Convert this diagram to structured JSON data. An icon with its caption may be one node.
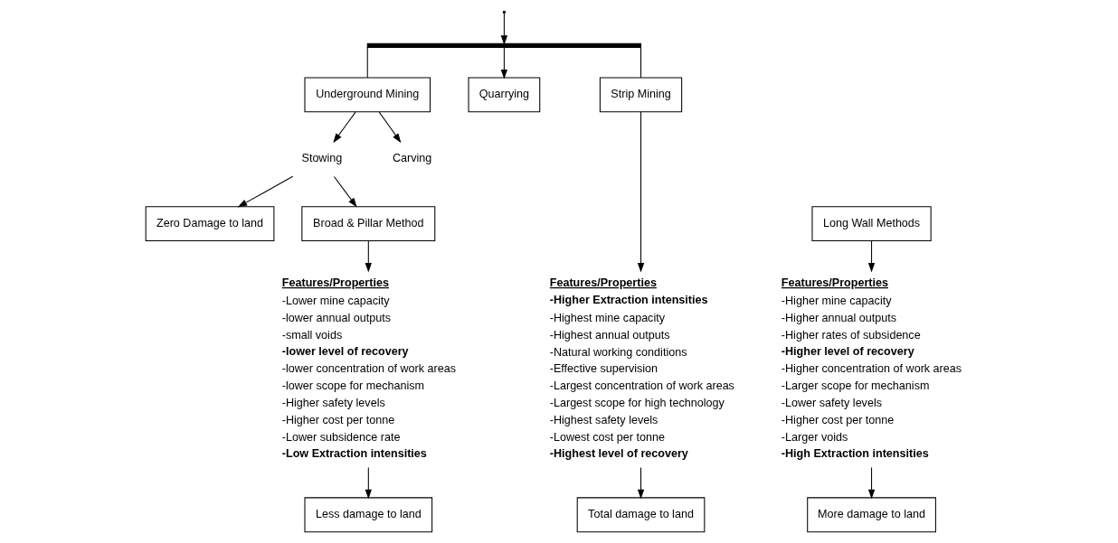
{
  "diagram": {
    "nodes": [
      {
        "text": [
          "Underground Mining"
        ]
      },
      {
        "text": [
          "Stowing"
        ]
      },
      {
        "text": [
          "Carving"
        ]
      },
      {
        "text": [
          "Quarrying"
        ]
      },
      {
        "text": [
          "Strip Mining"
        ]
      },
      {
        "text": [
          "Zero Damage to land"
        ]
      },
      {
        "text": [
          "Long Wall Methods"
        ]
      },
      {
        "text": [
          "Broad & Pillar Method"
        ]
      },
      {
        "text": [
          "Features/Properties",
          "-Higher mine capacity",
          "-Higher annual outputs",
          "-Higher rates of subsidence",
          "-Higher level of recovery",
          "-Higher concentration of work areas",
          "-Larger scope for mechanism",
          "-Lower safety levels",
          "-Higher cost per tonne",
          "-Larger voids",
          "-High Extraction intensities"
        ]
      },
      {
        "text": [
          "Features/Properties",
          "-Lower mine capacity",
          "-lower annual outputs",
          "-small voids",
          "-lower level of recovery",
          "-lower concentration of work areas",
          "-lower scope for mechanism",
          "-Higher safety levels",
          "-Higher cost per tonne",
          "-Lower subsidence rate",
          "-Low Extraction intensities"
        ]
      },
      {
        "text": [
          "Features/Properties",
          "-Higher Extraction intensities",
          "-Highest mine capacity",
          "-Highest annual outputs",
          "-Natural working conditions",
          "-Effective supervision",
          "-Largest concentration of work areas",
          "-Largest scope for high technology",
          "-Highest safety levels",
          "-Lowest cost per tonne",
          "-Highest level of recovery"
        ]
      },
      {
        "text": [
          "More damage to land"
        ]
      },
      {
        "text": [
          "Less damage to land"
        ]
      },
      {
        "text": [
          "Total damage to land"
        ]
      },
      {
        "text": [],
        "shape": "bar"
      }
    ],
    "edges": [
      {
        "from": null,
        "to": 14,
        "arrow": "to"
      },
      {
        "from": 14,
        "to": 0,
        "arrow": "none"
      },
      {
        "from": 14,
        "to": 3,
        "arrow": "to"
      },
      {
        "from": 14,
        "to": 4,
        "arrow": "none"
      },
      {
        "from": 0,
        "to": 1,
        "arrow": "to"
      },
      {
        "from": 0,
        "to": 2,
        "arrow": "to"
      },
      {
        "from": 1,
        "to": 5,
        "arrow": "to"
      },
      {
        "from": 1,
        "to": 7,
        "arrow": "to"
      },
      {
        "from": 6,
        "to": 8,
        "arrow": "to"
      },
      {
        "from": 7,
        "to": 9,
        "arrow": "to"
      },
      {
        "from": 4,
        "to": 10,
        "arrow": "to"
      },
      {
        "from": 8,
        "to": 11,
        "arrow": "to"
      },
      {
        "from": 9,
        "to": 12,
        "arrow": "to"
      },
      {
        "from": 10,
        "to": 13,
        "arrow": "to"
      }
    ]
  }
}
